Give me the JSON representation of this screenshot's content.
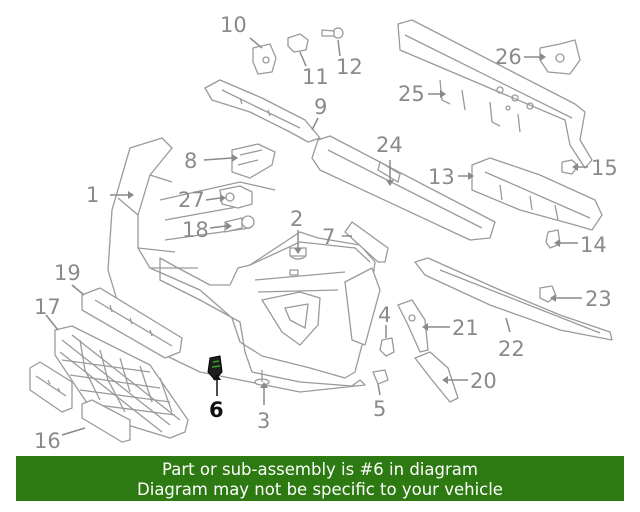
{
  "diagram": {
    "callouts": [
      {
        "id": "1",
        "text": "1"
      },
      {
        "id": "2",
        "text": "2"
      },
      {
        "id": "3",
        "text": "3"
      },
      {
        "id": "4",
        "text": "4"
      },
      {
        "id": "5",
        "text": "5"
      },
      {
        "id": "6",
        "text": "6"
      },
      {
        "id": "7",
        "text": "7"
      },
      {
        "id": "8",
        "text": "8"
      },
      {
        "id": "9",
        "text": "9"
      },
      {
        "id": "10",
        "text": "10"
      },
      {
        "id": "11",
        "text": "11"
      },
      {
        "id": "12",
        "text": "12"
      },
      {
        "id": "13",
        "text": "13"
      },
      {
        "id": "14",
        "text": "14"
      },
      {
        "id": "15",
        "text": "15"
      },
      {
        "id": "16",
        "text": "16"
      },
      {
        "id": "17",
        "text": "17"
      },
      {
        "id": "18",
        "text": "18"
      },
      {
        "id": "19",
        "text": "19"
      },
      {
        "id": "20",
        "text": "20"
      },
      {
        "id": "21",
        "text": "21"
      },
      {
        "id": "22",
        "text": "22"
      },
      {
        "id": "23",
        "text": "23"
      },
      {
        "id": "24",
        "text": "24"
      },
      {
        "id": "25",
        "text": "25"
      },
      {
        "id": "26",
        "text": "26"
      },
      {
        "id": "27",
        "text": "27"
      }
    ],
    "highlighted_callout": "6",
    "colors": {
      "line": "#9a9a9a",
      "label": "#8a8a8a",
      "highlight": "#111111"
    }
  },
  "banner": {
    "line1": "Part or sub-assembly is #6 in diagram",
    "line2": "Diagram may not be specific to your vehicle",
    "background": "#2d7a12",
    "text_color": "#ffffff"
  }
}
